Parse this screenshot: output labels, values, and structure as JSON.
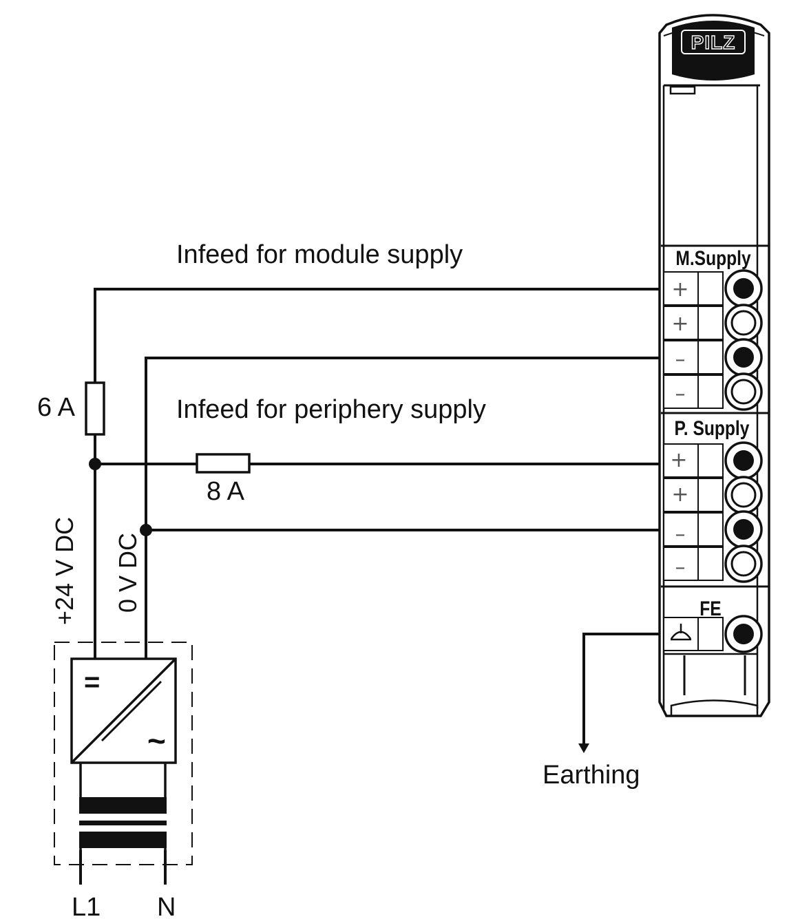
{
  "labels": {
    "module_infeed": "Infeed for module supply",
    "periphery_infeed": "Infeed for periphery supply",
    "fuse_module": "6 A",
    "fuse_periphery": "8 A",
    "plus_24v": "+24 V DC",
    "zero_v": "0 V DC",
    "earthing": "Earthing",
    "l1": "L1",
    "n": "N"
  },
  "psu": {
    "dc_symbol": "=",
    "ac_symbol": "~"
  },
  "module": {
    "logo": "PILZ",
    "m_supply_label": "M.Supply",
    "p_supply_label": "P. Supply",
    "fe_label": "FE",
    "m_terminals": [
      "+",
      "+",
      "–",
      "–"
    ],
    "p_terminals": [
      "+",
      "+",
      "–",
      "–"
    ],
    "earth_symbol": "earth-symbol"
  },
  "colors": {
    "line": "#111111",
    "terminal_sign": "#555555"
  }
}
